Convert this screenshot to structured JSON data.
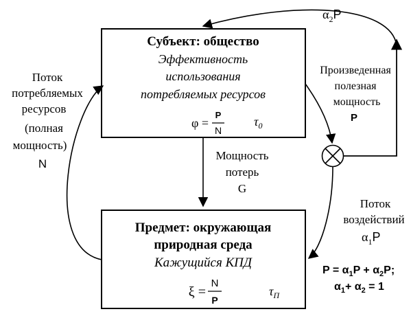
{
  "subject_box": {
    "title": "Субъект: общество",
    "line1": "Эффективность",
    "line2": "использования",
    "line3": "потребляемых  ресурсов",
    "formula_lhs": "φ =",
    "formula_num": "P",
    "formula_den": "N",
    "tau": "τ",
    "tau_sub": "0"
  },
  "object_box": {
    "title_line1": "Предмет: окружающая",
    "title_line2": "природная среда",
    "subtitle": "Кажущийся КПД",
    "formula_lhs": "ξ =",
    "formula_num": "N",
    "formula_den": "P",
    "tau": "τ",
    "tau_sub": "П"
  },
  "left_flow": {
    "line1": "Поток",
    "line2": "потребляемых",
    "line3": "ресурсов",
    "line4": "(полная",
    "line5": "мощность)",
    "symbol": "N"
  },
  "loss_flow": {
    "line1": "Мощность",
    "line2": "потерь",
    "symbol": "G"
  },
  "produced_flow": {
    "line1": "Произведенная",
    "line2": "полезная",
    "line3": "мощность",
    "symbol": "P"
  },
  "feedback_label": {
    "alpha": "α",
    "sub": "2",
    "var": "P"
  },
  "impact_flow": {
    "line1": "Поток",
    "line2": "воздействий",
    "alpha": "α",
    "sub": "1",
    "var": "P"
  },
  "balance": {
    "eq1_a": "P = α",
    "eq1_sub1": "1",
    "eq1_b": "P + α",
    "eq1_sub2": "2",
    "eq1_c": "P;",
    "eq2_a": "α",
    "eq2_sub1": "1",
    "eq2_b": "+ α",
    "eq2_sub2": "2",
    "eq2_c": " = 1"
  }
}
